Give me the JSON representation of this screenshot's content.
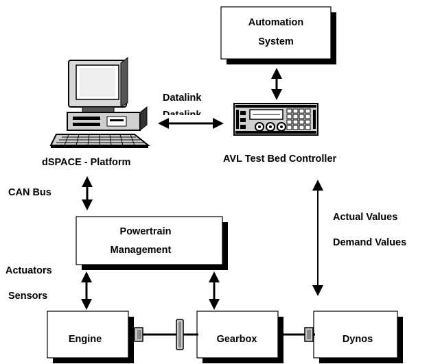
{
  "boxes": {
    "automation": "Automation System",
    "automation_line1": "Automation",
    "automation_line2": "System",
    "powertrain_line1": "Powertrain",
    "powertrain_line2": "Management",
    "engine": "Engine",
    "gearbox": "Gearbox",
    "dynos": "Dynos"
  },
  "labels": {
    "datalink": "Datalink",
    "datalink_overlap": "Datalink",
    "dspace": "dSPACE - Platform",
    "avl": "AVL Test Bed Controller",
    "can_bus": "CAN Bus",
    "actual_values": "Actual Values",
    "demand_values": "Demand Values",
    "actuators": "Actuators",
    "sensors": "Sensors"
  },
  "icons": {
    "computer": "computer-icon",
    "controller": "test-bed-controller-icon",
    "flywheel": "flywheel-icon"
  }
}
